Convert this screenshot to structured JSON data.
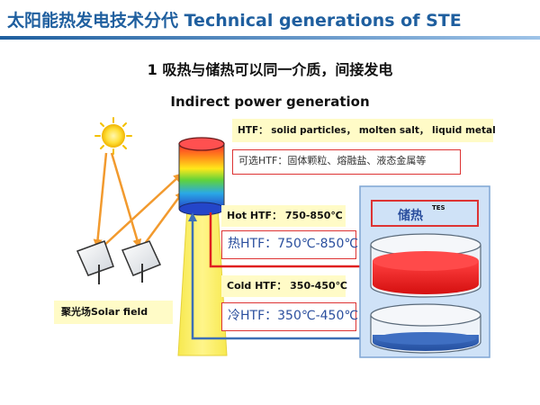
{
  "header": {
    "title": "太阳能热发电技术分代 Technical generations of STE"
  },
  "subtitle": {
    "cn": "1 吸热与储热可以同一介质，间接发电",
    "en": "Indirect power generation"
  },
  "labels": {
    "htf_en": "HTF： solid particles， molten salt， liquid metal",
    "htf_cn": "可选HTF：固体颗粒、熔融盐、液态金属等",
    "hot_en": "Hot HTF： 750-850℃",
    "hot_cn": "热HTF：750℃-850℃",
    "cold_en": "Cold HTF： 350-450℃",
    "cold_cn": "冷HTF：350℃-450℃",
    "solar_field": "聚光场Solar field",
    "tes_main": "储热",
    "tes_sup": "TES"
  },
  "colors": {
    "header_blue": "#1f5f9f",
    "arrow_orange": "#f29a2e",
    "hot_red": "#e02020",
    "cold_blue": "#3d6fb6",
    "tower_yellow": "#fff26a",
    "tes_panel": "#cfe2f7"
  },
  "icons": {
    "sun": "sun-icon",
    "heliostat": "mirror-icon",
    "receiver": "receiver-icon",
    "tank": "tank-icon"
  }
}
